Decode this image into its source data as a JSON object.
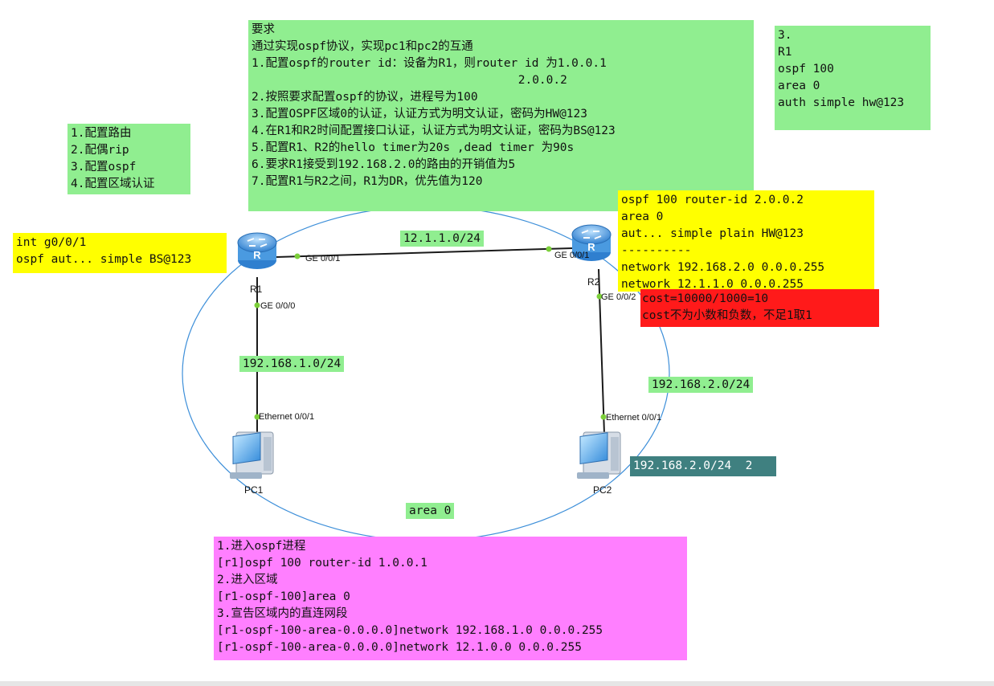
{
  "notes": {
    "requirements": "要求\n通过实现ospf协议，实现pc1和pc2的互通\n1.配置ospf的router id：设备为R1，则router id 为1.0.0.1\n                                      2.0.0.2\n2.按照要求配置ospf的协议，进程号为100\n3.配置OSPF区域0的认证，认证方式为明文认证，密码为HW@123\n4.在R1和R2时间配置接口认证，认证方式为明文认证，密码为BS@123\n5.配置R1、R2的hello timer为20s ,dead timer 为90s\n6.要求R1接受到192.168.2.0的路由的开销值为5\n7.配置R1与R2之间，R1为DR，优先值为120",
    "steps": "1.配置路由\n2.配偶rip\n3.配置ospf\n4.配置区域认证",
    "area_auth": "3.\nR1\nospf 100\narea 0\nauth simple hw@123",
    "r1_interface_auth": "int g0/0/1\nospf aut... simple BS@123",
    "r2_config": "ospf 100 router-id 2.0.0.2\narea 0\naut... simple plain HW@123\n----------\nnetwork 192.168.2.0 0.0.0.255\nnetwork 12.1.1.0 0.0.0.255",
    "cost_note": "cost=10000/1000=10\ncost不为小数和负数，不足1取1",
    "cost_value": "192.168.2.0/24  2",
    "r1_commands": "1.进入ospf进程\n[r1]ospf 100 router-id 1.0.0.1\n2.进入区域\n[r1-ospf-100]area 0\n3.宣告区域内的直连网段\n[r1-ospf-100-area-0.0.0.0]network 192.168.1.0 0.0.0.255\n[r1-ospf-100-area-0.0.0.0]network 12.1.0.0 0.0.0.255"
  },
  "networks": {
    "link_r1_r2": "12.1.1.0/24",
    "lan_pc1": "192.168.1.0/24",
    "lan_pc2": "192.168.2.0/24",
    "area": "area 0"
  },
  "devices": {
    "r1": "R1",
    "r2": "R2",
    "pc1": "PC1",
    "pc2": "PC2"
  },
  "ports": {
    "r1_ge001": "GE 0/0/1",
    "r1_ge000": "GE 0/0/0",
    "r2_ge001": "GE 0/0/1",
    "r2_ge002": "GE 0/0/2",
    "pc1_eth": "Ethernet 0/0/1",
    "pc2_eth": "Ethernet 0/0/1"
  },
  "colors": {
    "note_green": "#90ee90",
    "note_yellow": "#ffff00",
    "note_red": "#ff1a1a",
    "note_pink": "#ff7fff",
    "note_teal": "#3f8080",
    "area_circle": "#3d8fd9",
    "link_line": "#1a1a1a",
    "port_dot": "#7ccf3a",
    "device_blue": "#3c8fd8"
  }
}
